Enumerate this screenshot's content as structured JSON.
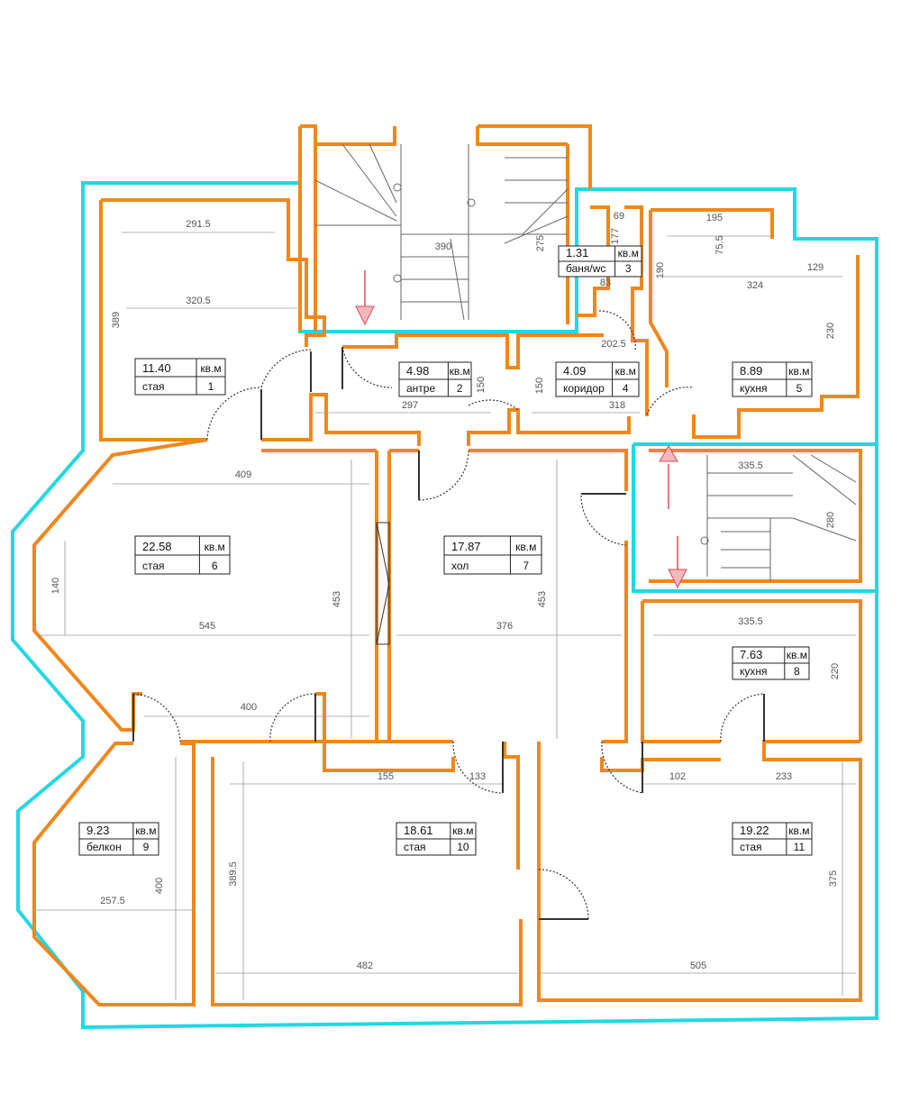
{
  "colors": {
    "outer_outline": "#22d8e3",
    "wall": "#f0871c",
    "line": "#333333",
    "arrow": "#e04a55"
  },
  "rooms": [
    {
      "id": "1",
      "area": "11.40",
      "unit": "кв.м",
      "name": "стая"
    },
    {
      "id": "2",
      "area": "4.98",
      "unit": "кв.м",
      "name": "антре"
    },
    {
      "id": "3",
      "area": "1.31",
      "unit": "кв.м",
      "name": "баня/wc"
    },
    {
      "id": "4",
      "area": "4.09",
      "unit": "кв.м",
      "name": "коридор"
    },
    {
      "id": "5",
      "area": "8.89",
      "unit": "кв.м",
      "name": "кухня"
    },
    {
      "id": "6",
      "area": "22.58",
      "unit": "кв.м",
      "name": "стая"
    },
    {
      "id": "7",
      "area": "17.87",
      "unit": "кв.м",
      "name": "хол"
    },
    {
      "id": "8",
      "area": "7.63",
      "unit": "кв.м",
      "name": "кухня"
    },
    {
      "id": "9",
      "area": "9.23",
      "unit": "кв.м",
      "name": "белкон"
    },
    {
      "id": "10",
      "area": "18.61",
      "unit": "кв.м",
      "name": "стая"
    },
    {
      "id": "11",
      "area": "19.22",
      "unit": "кв.м",
      "name": "стая"
    }
  ],
  "dimensions": [
    "291.5",
    "320.5",
    "389",
    "297",
    "150",
    "390",
    "275",
    "69",
    "177",
    "83",
    "190",
    "150",
    "202.5",
    "318",
    "195",
    "75.5",
    "129",
    "324",
    "230",
    "409",
    "140",
    "545",
    "453",
    "376",
    "453",
    "335.5",
    "280",
    "335.5",
    "220",
    "400",
    "155",
    "133",
    "102",
    "233",
    "389.5",
    "400",
    "257.5",
    "482",
    "505",
    "375"
  ]
}
